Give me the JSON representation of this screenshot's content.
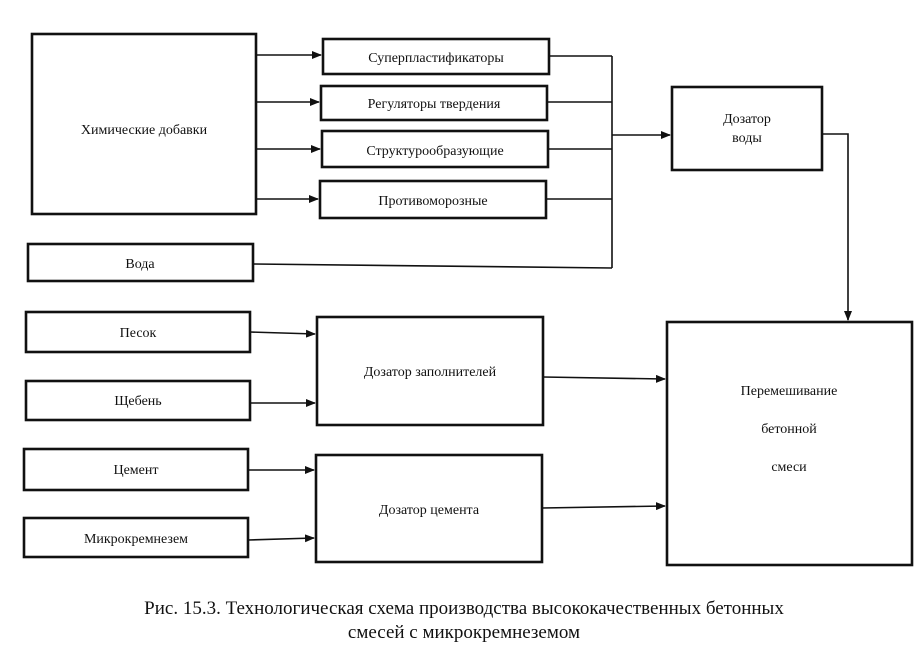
{
  "diagram": {
    "nodes": {
      "chemical": "Химические добавки",
      "superplasticizers": "Суперпластификаторы",
      "hardening_regulators": "Регуляторы твердения",
      "structure_forming": "Структурообразующие",
      "antifreeze": "Противоморозные",
      "water": "Вода",
      "water_dosing_line1": "Дозатор",
      "water_dosing_line2": "воды",
      "sand": "Песок",
      "gravel": "Щебень",
      "aggregate_dosing": "Дозатор заполнителей",
      "cement": "Цемент",
      "microsilica": "Микрокремнезем",
      "cement_dosing": "Дозатор цемента",
      "mixing_line1": "Перемешивание",
      "mixing_line2": "бетонной",
      "mixing_line3": "смеси"
    },
    "caption_line1": "Рис. 15.3. Технологическая схема производства высококачественных бетонных",
    "caption_line2": "смесей с микрокремнеземом"
  }
}
